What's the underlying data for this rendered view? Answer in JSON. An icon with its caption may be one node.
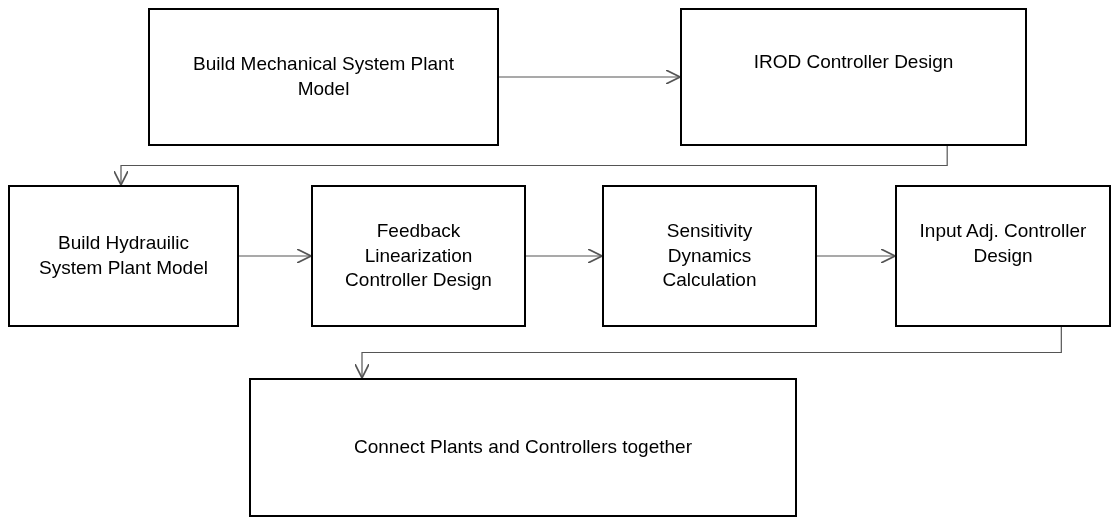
{
  "diagram": {
    "nodes": [
      {
        "text": [
          "Build Mechanical System Plant Model"
        ]
      },
      {
        "text": [
          "IROD Controller Design"
        ]
      },
      {
        "text": [
          "Build Hydrauilic System Plant Model"
        ]
      },
      {
        "text": [
          "Feedback Linearization Controller Design"
        ]
      },
      {
        "text": [
          "Sensitivity Dynamics Calculation"
        ]
      },
      {
        "text": [
          "Input Adj. Controller Design"
        ]
      },
      {
        "text": [
          "Connect Plants and Controllers together"
        ]
      }
    ],
    "edges": [
      {
        "from": 0,
        "to": 1,
        "arrow": "to"
      },
      {
        "from": 1,
        "to": 2,
        "arrow": "to"
      },
      {
        "from": 2,
        "to": 3,
        "arrow": "to"
      },
      {
        "from": 3,
        "to": 4,
        "arrow": "to"
      },
      {
        "from": 4,
        "to": 5,
        "arrow": "to"
      },
      {
        "from": 5,
        "to": 6,
        "arrow": "to"
      }
    ]
  }
}
